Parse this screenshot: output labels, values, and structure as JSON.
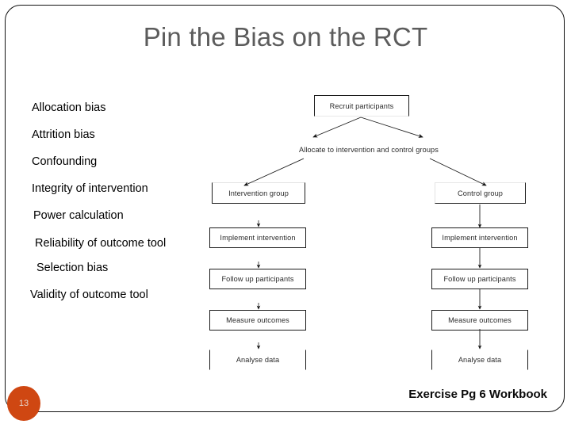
{
  "slide": {
    "title": "Pin the Bias on the RCT",
    "page_number": "13",
    "footer_note": "Exercise Pg 6 Workbook",
    "accent_color": "#cf4712",
    "title_color": "#5c5c5c"
  },
  "bias_list": {
    "items": [
      {
        "label": "Allocation bias"
      },
      {
        "label": "Attrition bias"
      },
      {
        "label": "Confounding"
      },
      {
        "label": "Integrity of intervention"
      },
      {
        "label": "Power calculation"
      },
      {
        "label": "Reliability of outcome tool"
      },
      {
        "label": "Selection bias"
      },
      {
        "label": "Validity of outcome tool"
      }
    ]
  },
  "flowchart": {
    "nodes": [
      {
        "id": "recruit",
        "label": "Recruit participants"
      },
      {
        "id": "allocate",
        "label": "Allocate to intervention and control groups"
      },
      {
        "id": "intervention",
        "label": "Intervention group"
      },
      {
        "id": "control",
        "label": "Control group"
      },
      {
        "id": "impl-left",
        "label": "Implement intervention"
      },
      {
        "id": "follow-left",
        "label": "Follow up participants"
      },
      {
        "id": "measure-left",
        "label": "Measure outcomes"
      },
      {
        "id": "analyse-left",
        "label": "Analyse data"
      },
      {
        "id": "impl-right",
        "label": "Implement intervention"
      },
      {
        "id": "follow-right",
        "label": "Follow up participants"
      },
      {
        "id": "measure-right",
        "label": "Measure outcomes"
      },
      {
        "id": "analyse-right",
        "label": "Analyse data"
      }
    ]
  }
}
